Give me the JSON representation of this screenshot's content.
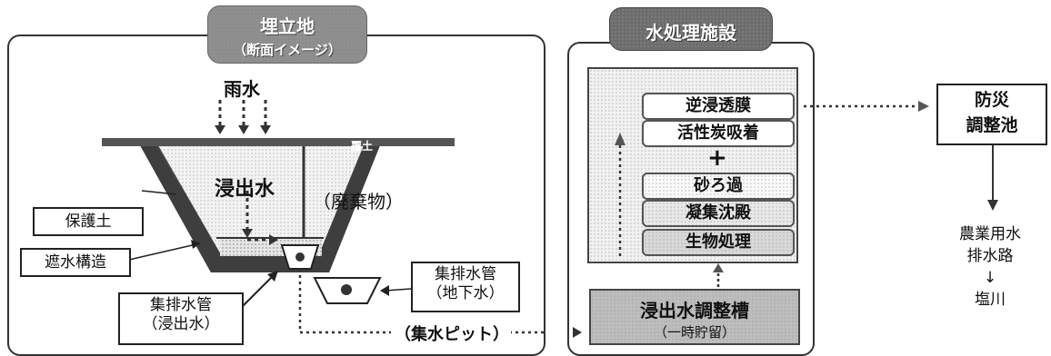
{
  "landfill": {
    "title": "埋立地",
    "subtitle": "（断面イメージ）",
    "rain": "雨水",
    "cover_soil": "覆土",
    "leachate": "浸出水",
    "waste": "（廃棄物）",
    "protective_soil": "保護土",
    "impermeable": "遮水構造",
    "pipe_groundwater": [
      "集排水管",
      "（地下水）"
    ],
    "pipe_leachate": [
      "集排水管",
      "（浸出水）"
    ],
    "pit": "（集水ピット）"
  },
  "facility": {
    "title": "水処理施設",
    "steps": [
      "逆浸透膜",
      "活性炭吸着",
      "砂ろ過",
      "凝集沈殿",
      "生物処理"
    ],
    "tank_name": "浸出水調整槽",
    "tank_sub": "（一時貯留）"
  },
  "outflow": {
    "pond": [
      "防災",
      "調整池"
    ],
    "dest": [
      "農業用水",
      "排水路",
      "↓",
      "塩川"
    ]
  },
  "colors": {
    "title_pill": "#7a7a7a",
    "cover": "#555555",
    "frame": "#333333"
  }
}
